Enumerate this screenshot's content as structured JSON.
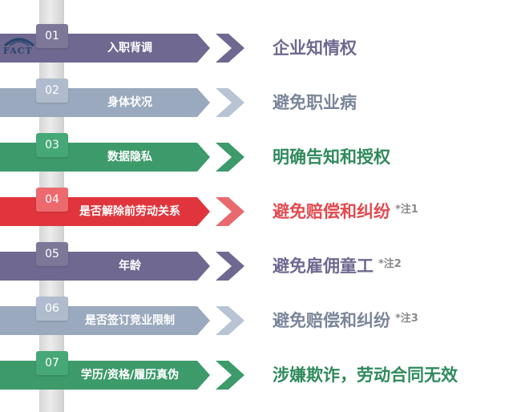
{
  "logo": {
    "text": "FACT"
  },
  "steps": [
    {
      "num": "01",
      "label": "入职背调",
      "outcome": "企业知情权",
      "note": "",
      "color": "#6f6890",
      "box_color": "#7d7898",
      "chev_color": "#6f6890",
      "outcome_color": "#6f6890"
    },
    {
      "num": "02",
      "label": "身体状况",
      "outcome": "避免职业病",
      "note": "",
      "color": "#9aa9be",
      "box_color": "#b0bccd",
      "chev_color": "#b8c4d3",
      "outcome_color": "#7a869a"
    },
    {
      "num": "03",
      "label": "数据隐私",
      "outcome": "明确告知和授权",
      "note": "",
      "color": "#3d9a6a",
      "box_color": "#46a877",
      "chev_color": "#3d9a6a",
      "outcome_color": "#2f8a5c"
    },
    {
      "num": "04",
      "label": "是否解除前劳动关系",
      "outcome": "避免赔偿和纠纷",
      "note": "*注1",
      "color": "#e0353c",
      "box_color": "#ec6a6e",
      "chev_color": "#e86a6e",
      "outcome_color": "#e24a4f"
    },
    {
      "num": "05",
      "label": "年龄",
      "outcome": "避免雇佣童工",
      "note": "*注2",
      "color": "#6f6890",
      "box_color": "#7d7898",
      "chev_color": "#6f6890",
      "outcome_color": "#6f6890"
    },
    {
      "num": "06",
      "label": "是否签订竞业限制",
      "outcome": "避免赔偿和纠纷",
      "note": "*注3",
      "color": "#9aa9be",
      "box_color": "#b0bccd",
      "chev_color": "#b8c4d3",
      "outcome_color": "#7a869a"
    },
    {
      "num": "07",
      "label": "学历/资格/履历真伪",
      "outcome": "涉嫌欺诈，劳动合同无效",
      "note": "",
      "color": "#3d9a6a",
      "box_color": "#46a877",
      "chev_color": "#3d9a6a",
      "outcome_color": "#2f8a5c"
    }
  ]
}
